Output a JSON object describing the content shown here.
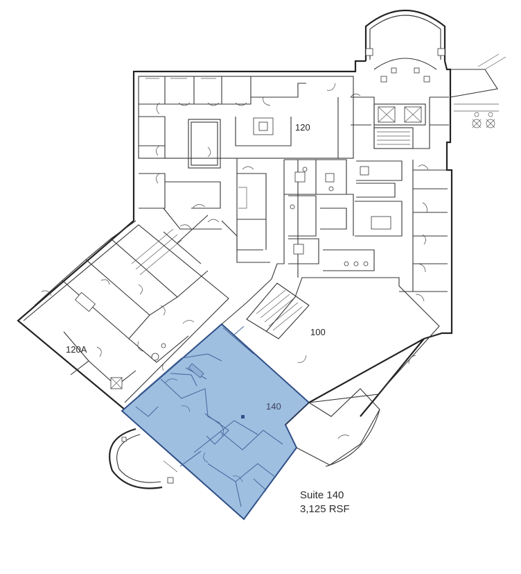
{
  "rooms": {
    "r120": "120",
    "r120a": "120A",
    "r100": "100",
    "r140": "140"
  },
  "caption": {
    "suite": "Suite 140",
    "area": "3,125 RSF"
  },
  "colors": {
    "highlight_fill": "#9fbfe0",
    "highlight_stroke": "#2f4f86",
    "wall": "#222222"
  }
}
